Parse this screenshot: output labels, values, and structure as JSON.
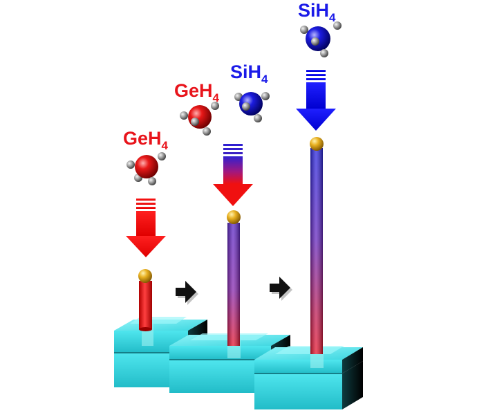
{
  "labels": {
    "stage1_precursor": {
      "main": "GeH",
      "sub": "4"
    },
    "stage2_precursor_a": {
      "main": "GeH",
      "sub": "4"
    },
    "stage2_precursor_b": {
      "main": "SiH",
      "sub": "4"
    },
    "stage3_precursor": {
      "main": "SiH",
      "sub": "4"
    }
  },
  "colors": {
    "germanium": "#e8141b",
    "silicon": "#1b1be8",
    "catalyst": "#e8b020",
    "substrate_top": "#5ce8ef",
    "substrate_side": "#1d8f98",
    "step_arrow": "#111111"
  },
  "icons": [
    "geh4-molecule-icon",
    "sih4-molecule-icon",
    "gold-catalyst-icon",
    "substrate-icon",
    "next-step-arrow-icon"
  ]
}
